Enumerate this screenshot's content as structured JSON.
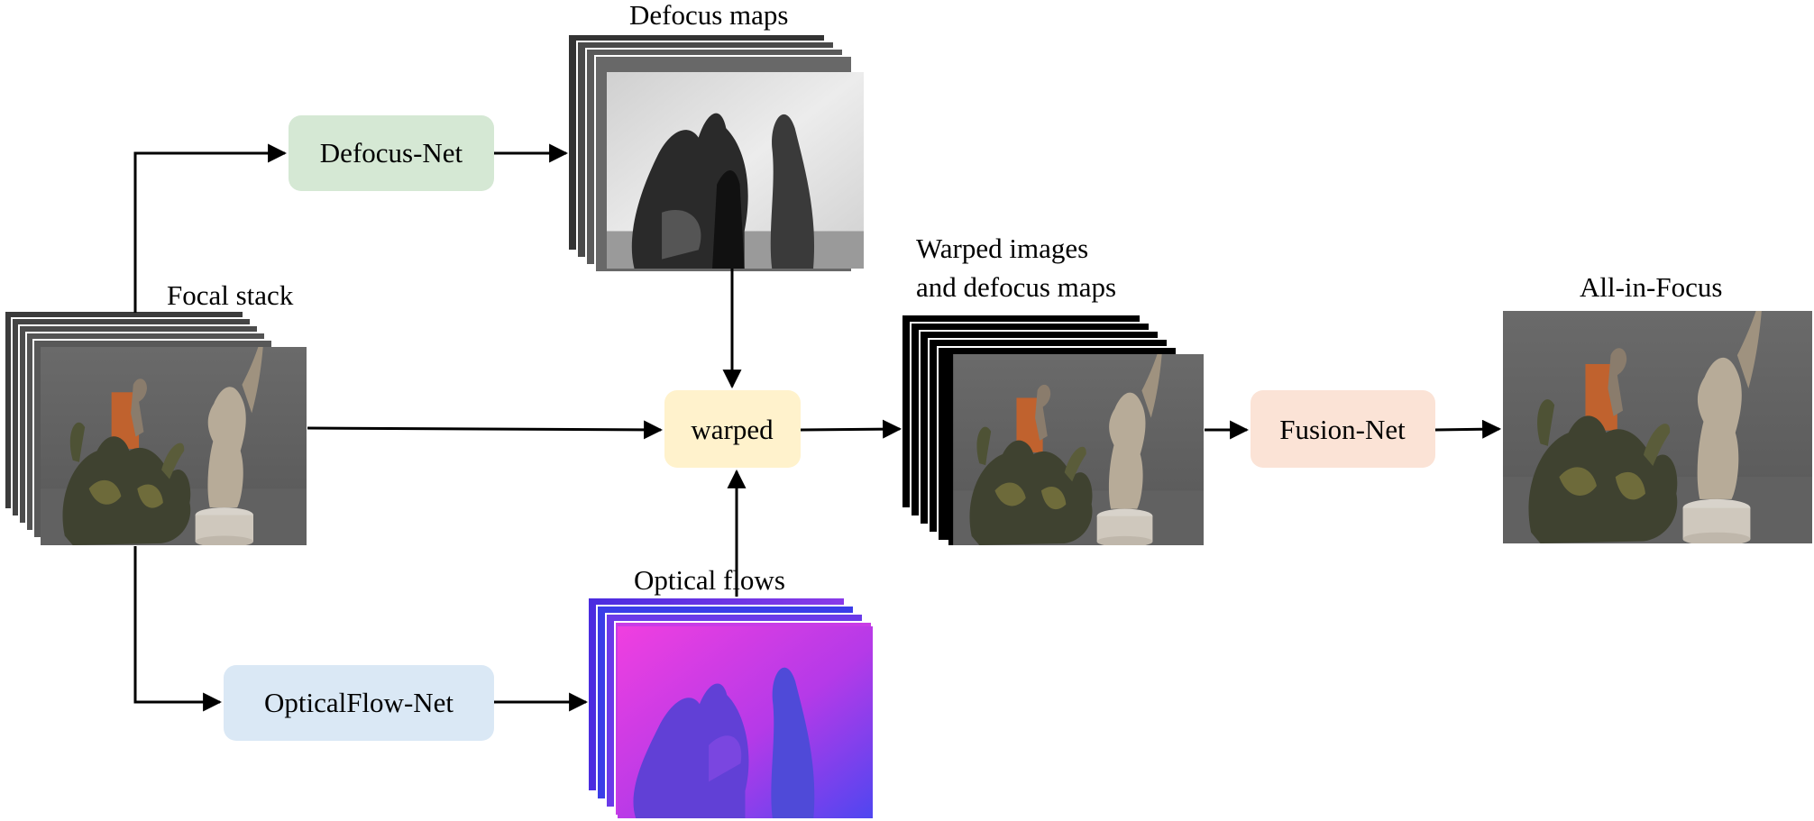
{
  "captions": {
    "focal_stack": "Focal stack",
    "defocus_maps": "Defocus maps",
    "optical_flows": "Optical flows",
    "warped_line1": "Warped images",
    "warped_line2": "and defocus maps",
    "all_in_focus": "All-in-Focus"
  },
  "boxes": {
    "defocus_net": "Defocus-Net",
    "opticalflow_net": "OpticalFlow-Net",
    "warped": "warped",
    "fusion_net": "Fusion-Net"
  },
  "colors": {
    "defocus_net": "#d5e8d4",
    "opticalflow_net": "#dae8f5",
    "warped": "#fff2cc",
    "fusion_net": "#fbe3d6",
    "arrow": "#000000",
    "photo_background": "#5e5e5e",
    "defocus_map": "#e2e2e2",
    "flow_magenta": "#e83ce6",
    "flow_blue": "#4a3fe0"
  }
}
